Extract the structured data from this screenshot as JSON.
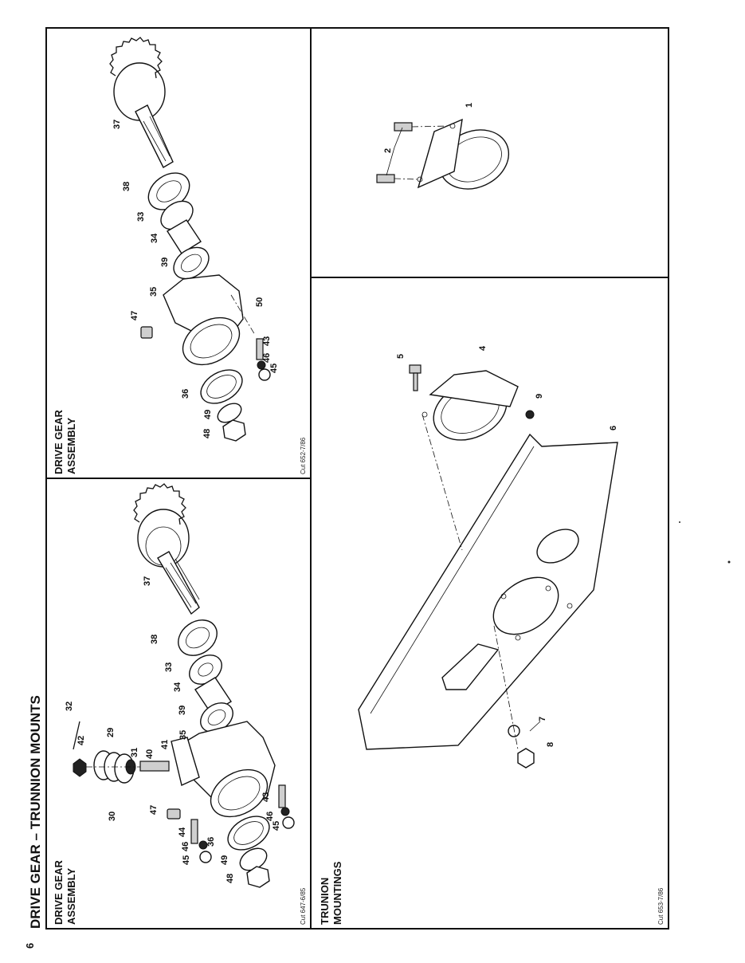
{
  "page": {
    "number": "6",
    "title": "DRIVE GEAR – TRUNNION MOUNTS"
  },
  "panels": {
    "left": {
      "heading_line1": "DRIVE GEAR",
      "heading_line2": "ASSEMBLY",
      "cut_code": "Cut 647-6/85",
      "callouts": [
        "48",
        "45",
        "49",
        "46",
        "36",
        "44",
        "47",
        "30",
        "43",
        "46",
        "45",
        "29",
        "42",
        "32",
        "41",
        "40",
        "31",
        "35",
        "39",
        "34",
        "33",
        "38",
        "37"
      ]
    },
    "top_right": {
      "heading_line1": "DRIVE GEAR",
      "heading_line2": "ASSEMBLY",
      "cut_code": "Cut 652-7/86",
      "callouts": [
        "48",
        "49",
        "36",
        "47",
        "35",
        "45",
        "46",
        "43",
        "50",
        "39",
        "34",
        "33",
        "38",
        "37"
      ]
    },
    "right_upper": {
      "callouts": [
        "2",
        "1"
      ]
    },
    "bottom_right": {
      "heading_line1": "TRUNION",
      "heading_line2": "MOUNTINGS",
      "cut_code": "Cut 653-7/86",
      "callouts": [
        "5",
        "4",
        "9",
        "6",
        "7",
        "8"
      ]
    }
  }
}
